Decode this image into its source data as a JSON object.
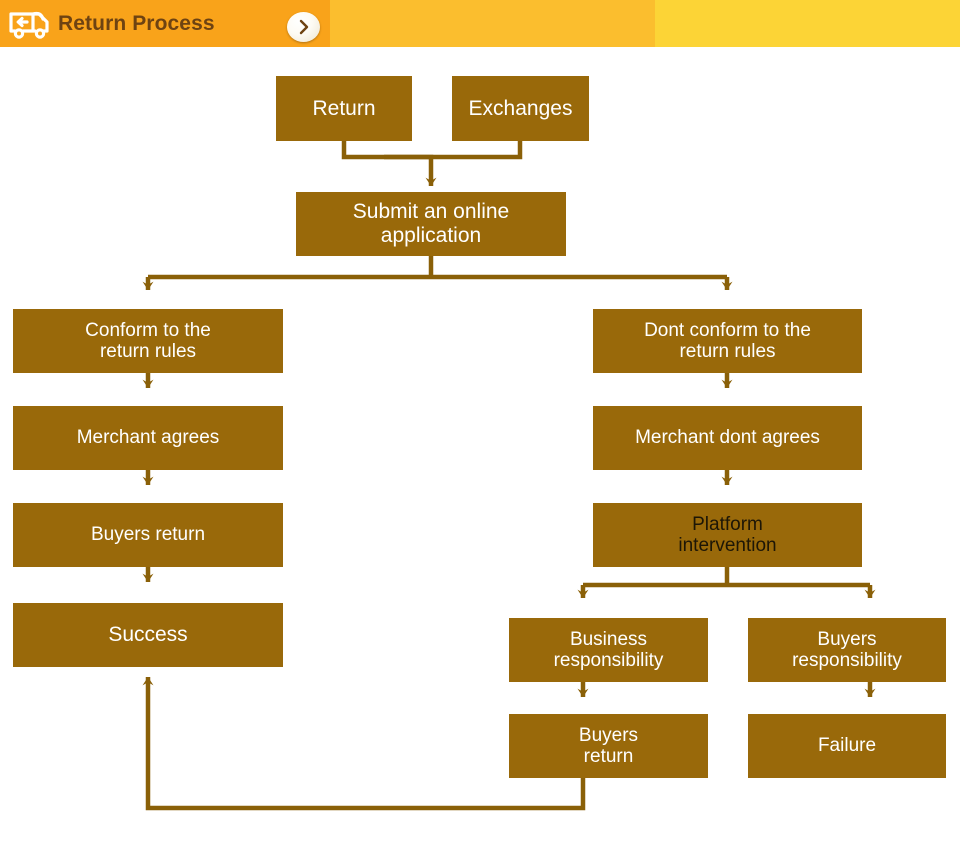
{
  "header": {
    "title": "Return Process",
    "icon": "return-truck-icon",
    "next_icon": "chevron-right-icon",
    "bands": [
      "#F9A31A",
      "#FBBE2E",
      "#FCD436"
    ],
    "title_color": "#6E4312"
  },
  "theme": {
    "node_fill": "#99690A",
    "node_text": "#FFFFFF",
    "node_text_alt": "#1D1606",
    "connector": "#8A6008",
    "background": "#FFFFFF"
  },
  "diagram": {
    "type": "flowchart",
    "nodes": [
      {
        "id": "return",
        "label": "Return"
      },
      {
        "id": "exchanges",
        "label": "Exchanges"
      },
      {
        "id": "submit",
        "label": "Submit an online\napplication"
      },
      {
        "id": "conform",
        "label": "Conform to the\nreturn rules"
      },
      {
        "id": "dont-conform",
        "label": "Dont conform to the\nreturn rules"
      },
      {
        "id": "merchant-agrees",
        "label": "Merchant agrees"
      },
      {
        "id": "merchant-dont-agrees",
        "label": "Merchant dont agrees"
      },
      {
        "id": "buyers-return-left",
        "label": "Buyers return"
      },
      {
        "id": "platform",
        "label": "Platform\nintervention"
      },
      {
        "id": "success",
        "label": "Success"
      },
      {
        "id": "business-responsibility",
        "label": "Business\nresponsibility"
      },
      {
        "id": "buyers-responsibility",
        "label": "Buyers\nresponsibility"
      },
      {
        "id": "buyers-return-bottom",
        "label": "Buyers\nreturn"
      },
      {
        "id": "failure",
        "label": "Failure"
      }
    ],
    "edges": [
      {
        "from": "return",
        "to": "submit"
      },
      {
        "from": "exchanges",
        "to": "submit"
      },
      {
        "from": "submit",
        "to": "conform"
      },
      {
        "from": "submit",
        "to": "dont-conform"
      },
      {
        "from": "conform",
        "to": "merchant-agrees"
      },
      {
        "from": "merchant-agrees",
        "to": "buyers-return-left"
      },
      {
        "from": "buyers-return-left",
        "to": "success"
      },
      {
        "from": "dont-conform",
        "to": "merchant-dont-agrees"
      },
      {
        "from": "merchant-dont-agrees",
        "to": "platform"
      },
      {
        "from": "platform",
        "to": "business-responsibility"
      },
      {
        "from": "platform",
        "to": "buyers-responsibility"
      },
      {
        "from": "business-responsibility",
        "to": "buyers-return-bottom"
      },
      {
        "from": "buyers-responsibility",
        "to": "failure"
      },
      {
        "from": "buyers-return-bottom",
        "to": "success"
      }
    ]
  }
}
